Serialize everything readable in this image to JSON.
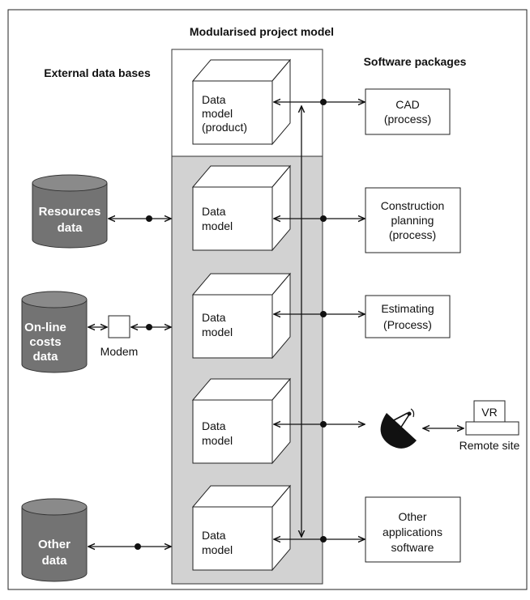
{
  "headers": {
    "title": "Modularised project model",
    "left": "External data bases",
    "right": "Software packages"
  },
  "models": [
    {
      "lines": [
        "Data",
        "model",
        "(product)"
      ]
    },
    {
      "lines": [
        "Data",
        "model"
      ]
    },
    {
      "lines": [
        "Data",
        "model"
      ]
    },
    {
      "lines": [
        "Data",
        "model"
      ]
    },
    {
      "lines": [
        "Data",
        "model"
      ]
    }
  ],
  "databases": [
    {
      "lines": [
        "Resources",
        "data"
      ]
    },
    {
      "lines": [
        "On-line",
        "costs",
        "data"
      ]
    },
    {
      "lines": [
        "Other",
        "data"
      ]
    }
  ],
  "modem": {
    "label": "Modem"
  },
  "packages": [
    {
      "lines": [
        "CAD",
        "(process)"
      ]
    },
    {
      "lines": [
        "Construction",
        "planning",
        "(process)"
      ]
    },
    {
      "lines": [
        "Estimating",
        "(Process)"
      ]
    },
    {
      "lines": [
        "Other",
        "applications",
        "software"
      ]
    }
  ],
  "remote": {
    "screen": "VR",
    "label": "Remote site",
    "icon": "satellite-dish-icon"
  },
  "colors": {
    "panel_gray": "#d2d2d2",
    "cylinder_gray": "#737373",
    "line": "#111111"
  }
}
